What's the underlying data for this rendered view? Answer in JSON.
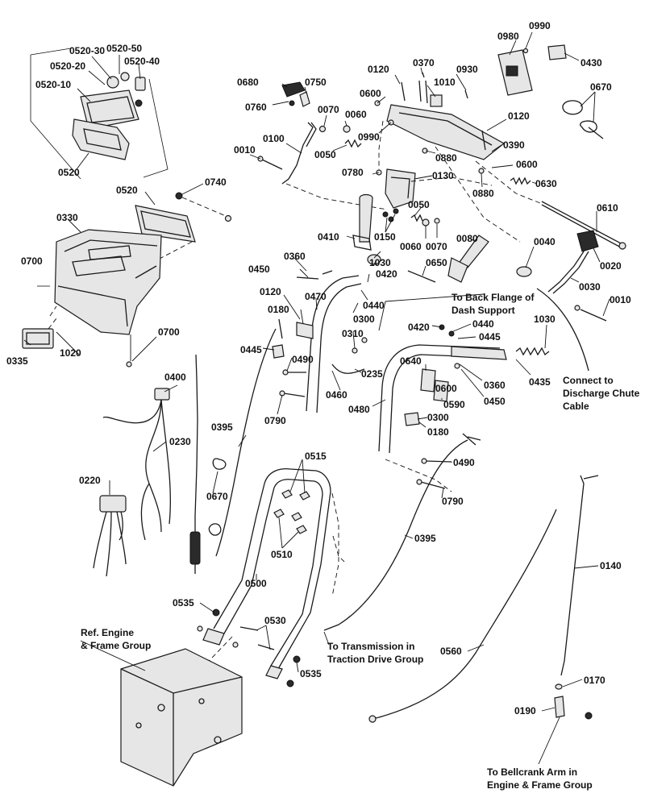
{
  "labels": {
    "l0520_30": "0520-30",
    "l0520_50": "0520-50",
    "l0520_20": "0520-20",
    "l0520_40": "0520-40",
    "l0520_10": "0520-10",
    "l0520_top": "0520",
    "l0520_mid": "0520",
    "l0740": "0740",
    "l0330": "0330",
    "l0700_a": "0700",
    "l0700_b": "0700",
    "l0335": "0335",
    "l1020": "1020",
    "l0400": "0400",
    "l0230": "0230",
    "l0220": "0220",
    "l0680": "0680",
    "l0750": "0750",
    "l0760": "0760",
    "l0070_a": "0070",
    "l0060_a": "0060",
    "l0100": "0100",
    "l0010_a": "0010",
    "l0050_a": "0050",
    "l0120_a": "0120",
    "l0370": "0370",
    "l0930": "0930",
    "l0600_a": "0600",
    "l1010": "1010",
    "l0990_a": "0990",
    "l0880_a": "0880",
    "l0980": "0980",
    "l0990_b": "0990",
    "l0430": "0430",
    "l0670_a": "0670",
    "l0120_b": "0120",
    "l0390": "0390",
    "l0600_b": "0600",
    "l0780": "0780",
    "l0130": "0130",
    "l0880_b": "0880",
    "l0630": "0630",
    "l0610": "0610",
    "l0410": "0410",
    "l0150": "0150",
    "l0050_b": "0050",
    "l0060_b": "0060",
    "l0070_b": "0070",
    "l0080": "0080",
    "l0040": "0040",
    "l0020": "0020",
    "l0030": "0030",
    "l0010_b": "0010",
    "l0450_a": "0450",
    "l0360_a": "0360",
    "l1030_a": "1030",
    "l0650": "0650",
    "l0420_a": "0420",
    "l0120_c": "0120",
    "l0470": "0470",
    "l0440_a": "0440",
    "l0180_a": "0180",
    "l0300_a": "0300",
    "l0445_a": "0445",
    "l0310": "0310",
    "l0490_a": "0490",
    "l0235": "0235",
    "l0460": "0460",
    "l0790_a": "0790",
    "l0420_b": "0420",
    "l0440_b": "0440",
    "l0445_b": "0445",
    "l1030_b": "1030",
    "l0640": "0640",
    "l0600_c": "0600",
    "l0360_b": "0360",
    "l0435": "0435",
    "l0590": "0590",
    "l0450_b": "0450",
    "l0480": "0480",
    "l0300_b": "0300",
    "l0180_b": "0180",
    "l0395_a": "0395",
    "l0670_b": "0670",
    "l0515": "0515",
    "l0510": "0510",
    "l0490_b": "0490",
    "l0790_b": "0790",
    "l0395_b": "0395",
    "l0500": "0500",
    "l0535_a": "0535",
    "l0530": "0530",
    "l0535_b": "0535",
    "l0560": "0560",
    "l0140": "0140",
    "l0170": "0170",
    "l0190": "0190"
  },
  "notes": {
    "back_flange_1": "To Back Flange of",
    "back_flange_2": "Dash Support",
    "discharge_1": "Connect to",
    "discharge_2": "Discharge Chute",
    "discharge_3": "Cable",
    "engine_ref_1": "Ref. Engine",
    "engine_ref_2": "& Frame Group",
    "transmission_1": "To Transmission in",
    "transmission_2": "Traction Drive Group",
    "bellcrank_1": "To Bellcrank Arm in",
    "bellcrank_2": "Engine & Frame Group"
  }
}
